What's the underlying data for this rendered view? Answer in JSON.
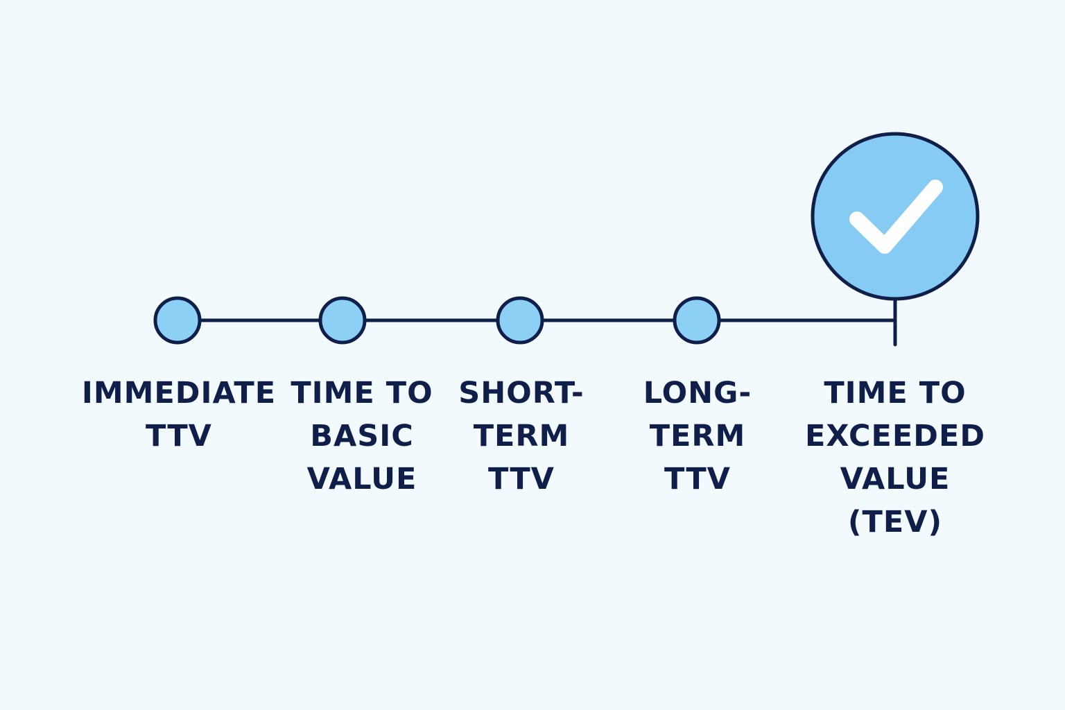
{
  "colors": {
    "background": "#f2fafe",
    "line": "#0f1f4a",
    "node_fill": "#8dd0f6",
    "final_fill": "#86cbf3",
    "check": "#ffffff",
    "text": "#0f1f4a"
  },
  "stages": [
    {
      "lines": [
        "IMMEDIATE",
        "TTV"
      ]
    },
    {
      "lines": [
        "TIME TO",
        "BASIC",
        "VALUE"
      ]
    },
    {
      "lines": [
        "SHORT-",
        "TERM",
        "TTV"
      ]
    },
    {
      "lines": [
        "LONG-",
        "TERM",
        "TTV"
      ]
    },
    {
      "lines": [
        "TIME TO",
        "EXCEEDED",
        "VALUE",
        "(TEV)"
      ],
      "completed": true,
      "icon": "checkmark-icon"
    }
  ]
}
